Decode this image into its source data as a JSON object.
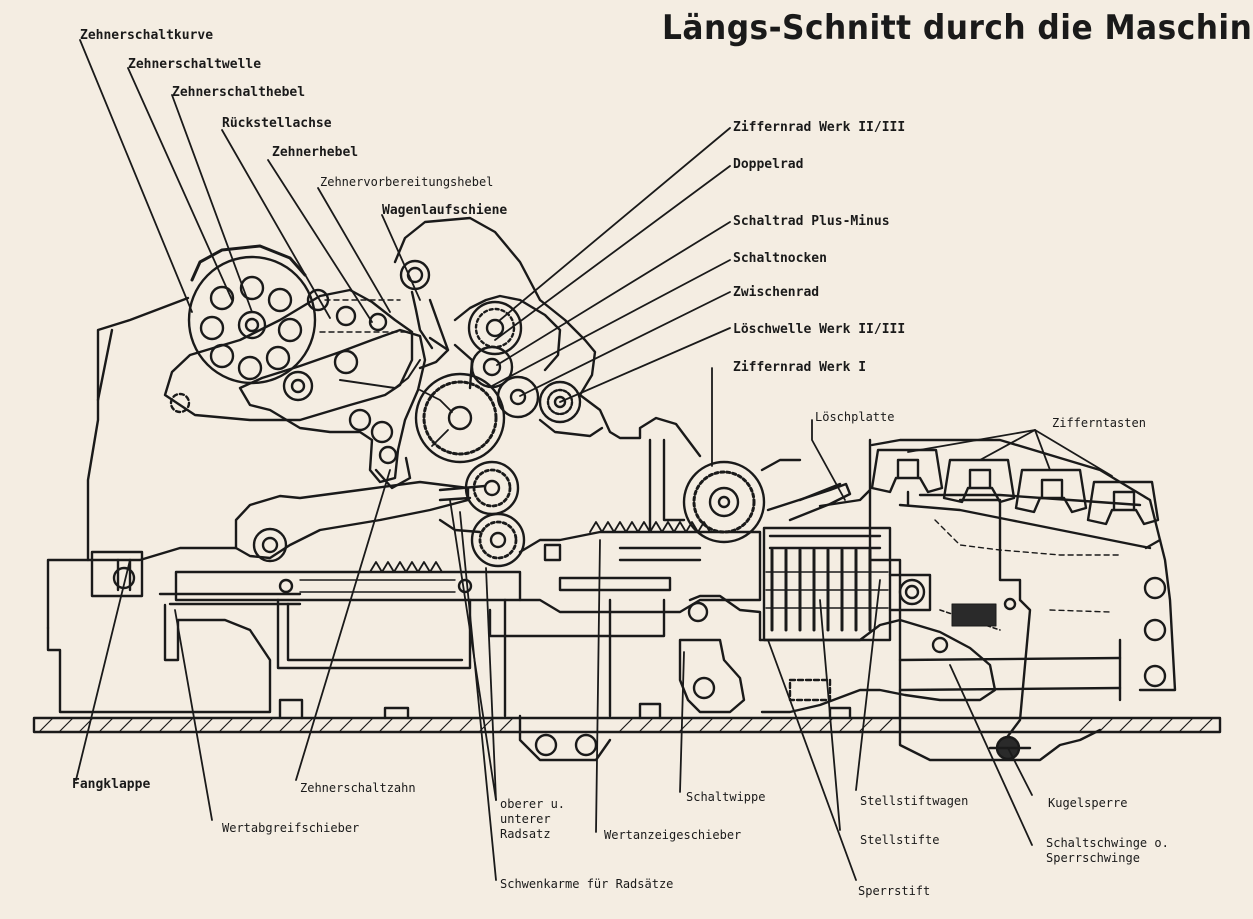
{
  "title": "Längs-Schnitt durch die Maschine",
  "labels": {
    "zehnerschaltkurve": "Zehnerschaltkurve",
    "zehnerschaltwelle": "Zehnerschaltwelle",
    "zehnerschalthebel": "Zehnerschalthebel",
    "rueckstellachse": "Rückstellachse",
    "zehnerhebel": "Zehnerhebel",
    "zehnervorbereitungshebel": "Zehnervorbereitungshebel",
    "wagenlaufschiene": "Wagenlaufschiene",
    "ziffernrad_werk_2_3": "Ziffernrad Werk II/III",
    "doppelrad": "Doppelrad",
    "schaltrad_plus_minus": "Schaltrad Plus-Minus",
    "schaltnocken": "Schaltnocken",
    "zwischenrad": "Zwischenrad",
    "loeschwelle_werk_2_3": "Löschwelle Werk II/III",
    "ziffernrad_werk_1": "Ziffernrad Werk I",
    "loeschplatte": "Löschplatte",
    "zifferntasten": "Zifferntasten",
    "fangklappe": "Fangklappe",
    "wertabgreifschieber": "Wertabgreifschieber",
    "zehnerschaltzahn": "Zehnerschaltzahn",
    "oberer_unterer_radsatz": "oberer u. unterer Radsatz",
    "wertanzeigeschieber": "Wertanzeigeschieber",
    "schaltwippe": "Schaltwippe",
    "schwenkarme": "Schwenkarme für Radsätze",
    "stellstiftwagen": "Stellstiftwagen",
    "stellstifte": "Stellstifte",
    "sperrstift": "Sperrstift",
    "kugelsperre": "Kugelsperre",
    "schaltschwinge": "Schaltschwinge o. Sperrschwinge"
  },
  "colors": {
    "ink": "#1a1a1a",
    "paper": "#f4ede2"
  }
}
